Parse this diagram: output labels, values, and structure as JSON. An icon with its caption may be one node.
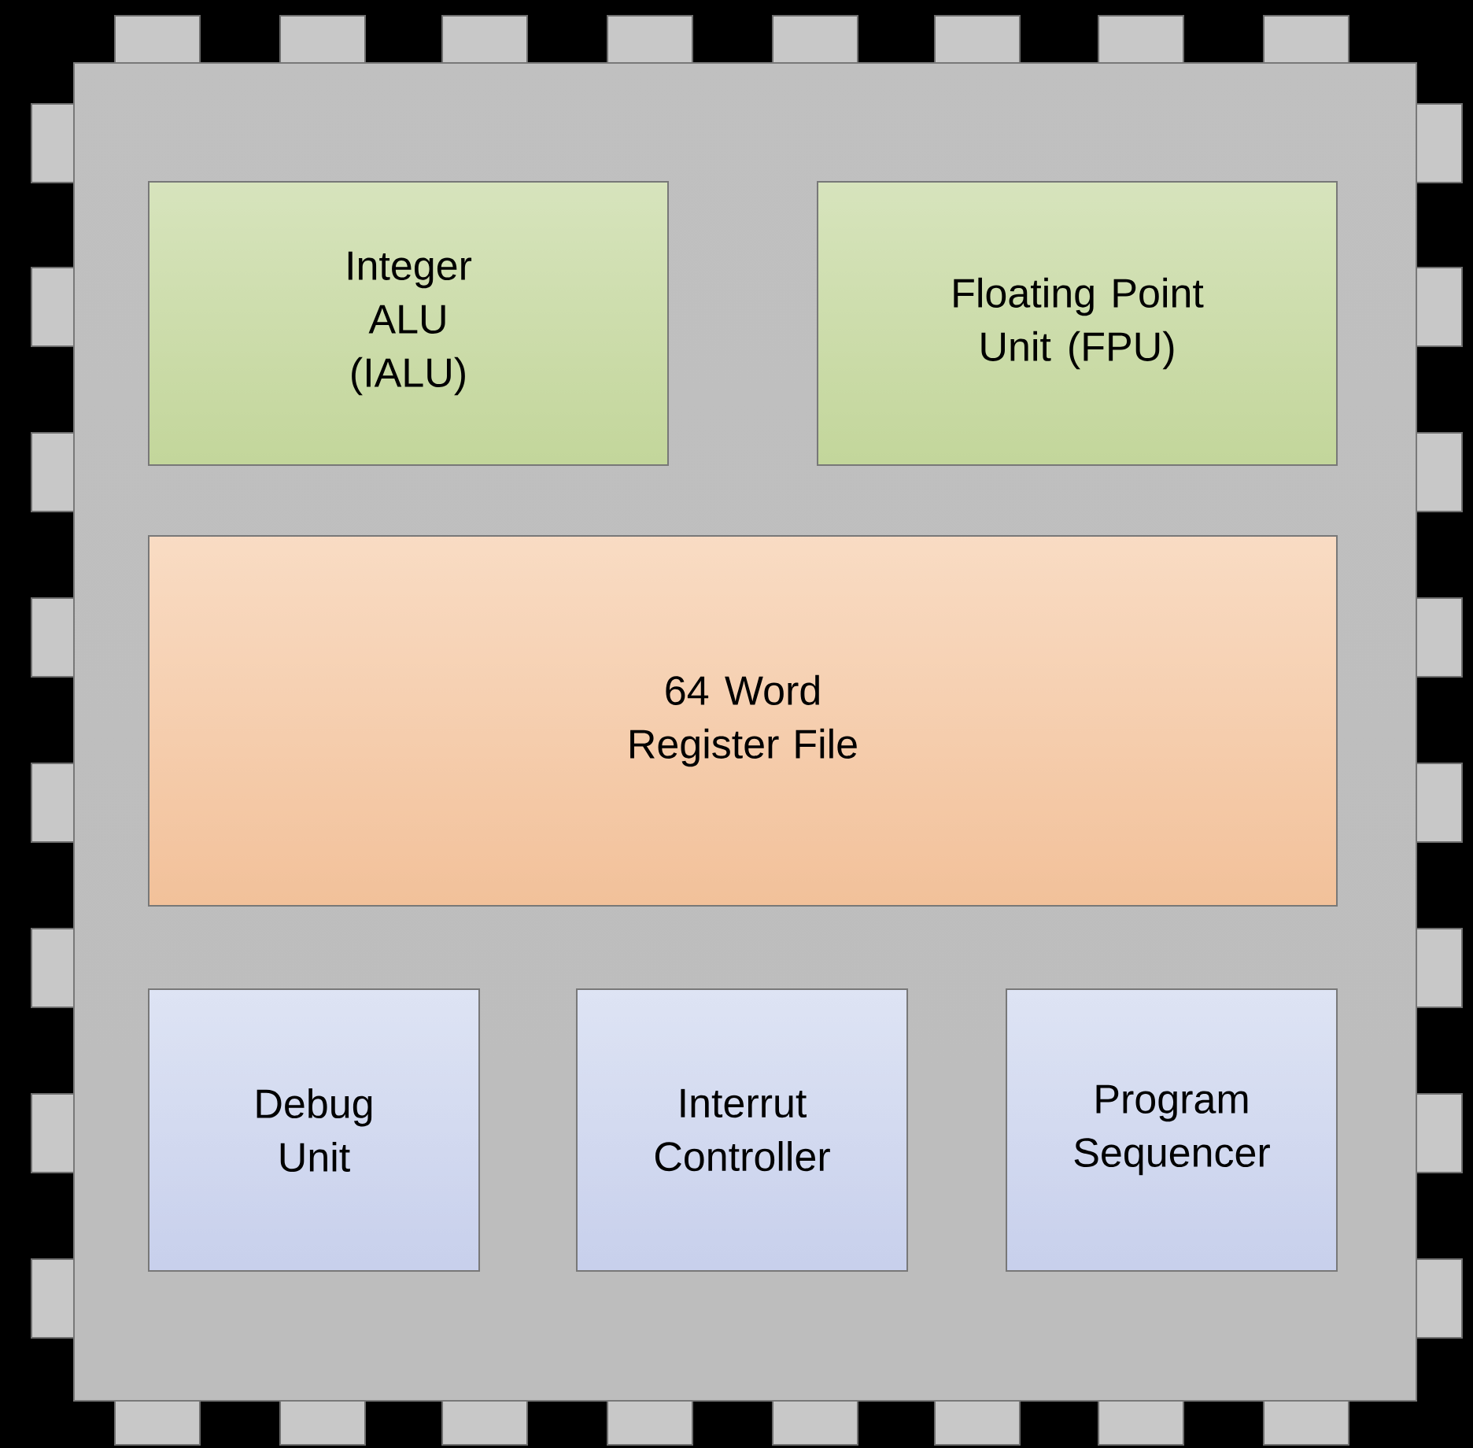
{
  "diagram": {
    "nodes": [
      {
        "text": [],
        "shape": "box"
      },
      {
        "text": [
          "Integer ALU (IALU)"
        ],
        "in": 0
      },
      {
        "text": [
          "Floating Point Unit (FPU)"
        ],
        "in": 0
      },
      {
        "text": [
          "64 Word Register File"
        ],
        "in": 0
      },
      {
        "text": [
          "Debug Unit"
        ],
        "in": 0
      },
      {
        "text": [
          "Interrut Controller"
        ],
        "in": 0
      },
      {
        "text": [
          "Program Sequencer"
        ],
        "in": 0
      }
    ]
  }
}
